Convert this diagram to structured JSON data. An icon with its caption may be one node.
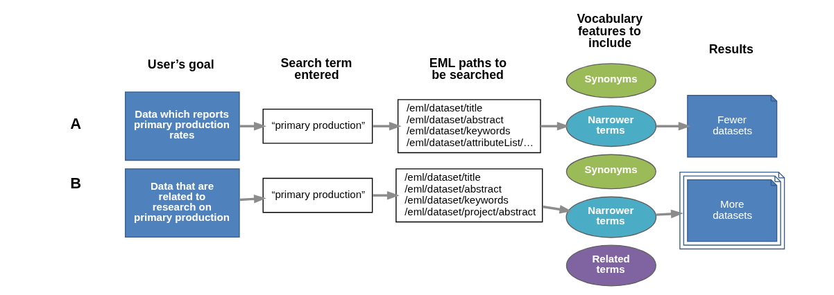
{
  "diagram": {
    "nodes": [
      {
        "text": [
          "Data which reports primary production rates"
        ]
      },
      {
        "text": [
          "“primary production”"
        ]
      },
      {
        "text": [
          "/eml/dataset/title",
          "/eml/dataset/abstract",
          "/eml/dataset/keywords",
          "/eml/dataset/attributeList/…"
        ]
      },
      {
        "text": [
          "Synonyms"
        ]
      },
      {
        "text": [
          "Narrower terms"
        ]
      },
      {
        "text": [
          "Fewer datasets"
        ]
      },
      {
        "text": [
          "Data that are related to research on primary production"
        ]
      },
      {
        "text": [
          "“primary production”"
        ]
      },
      {
        "text": [
          "/eml/dataset/title",
          "/eml/dataset/abstract",
          "/eml/dataset/keywords",
          "/eml/dataset/project/abstract"
        ]
      },
      {
        "text": [
          "Synonyms"
        ]
      },
      {
        "text": [
          "Narrower terms"
        ]
      },
      {
        "text": [
          "Related terms"
        ]
      },
      {
        "text": [
          "More datasets"
        ]
      }
    ],
    "edges": [
      {
        "from": 0,
        "to": 1,
        "arrow": "to"
      },
      {
        "from": 1,
        "to": 2,
        "arrow": "to"
      },
      {
        "from": 2,
        "to": 4,
        "arrow": "to"
      },
      {
        "from": 4,
        "to": 5,
        "arrow": "to"
      },
      {
        "from": 6,
        "to": 7,
        "arrow": "to"
      },
      {
        "from": 7,
        "to": 8,
        "arrow": "to"
      },
      {
        "from": 8,
        "to": 10,
        "arrow": "to"
      },
      {
        "from": 10,
        "to": 12,
        "arrow": "to"
      }
    ],
    "labels": [
      "User’s goal",
      "Search term entered",
      "EML paths to be searched",
      "Vocabulary features to include",
      "Results",
      "A",
      "B"
    ]
  }
}
